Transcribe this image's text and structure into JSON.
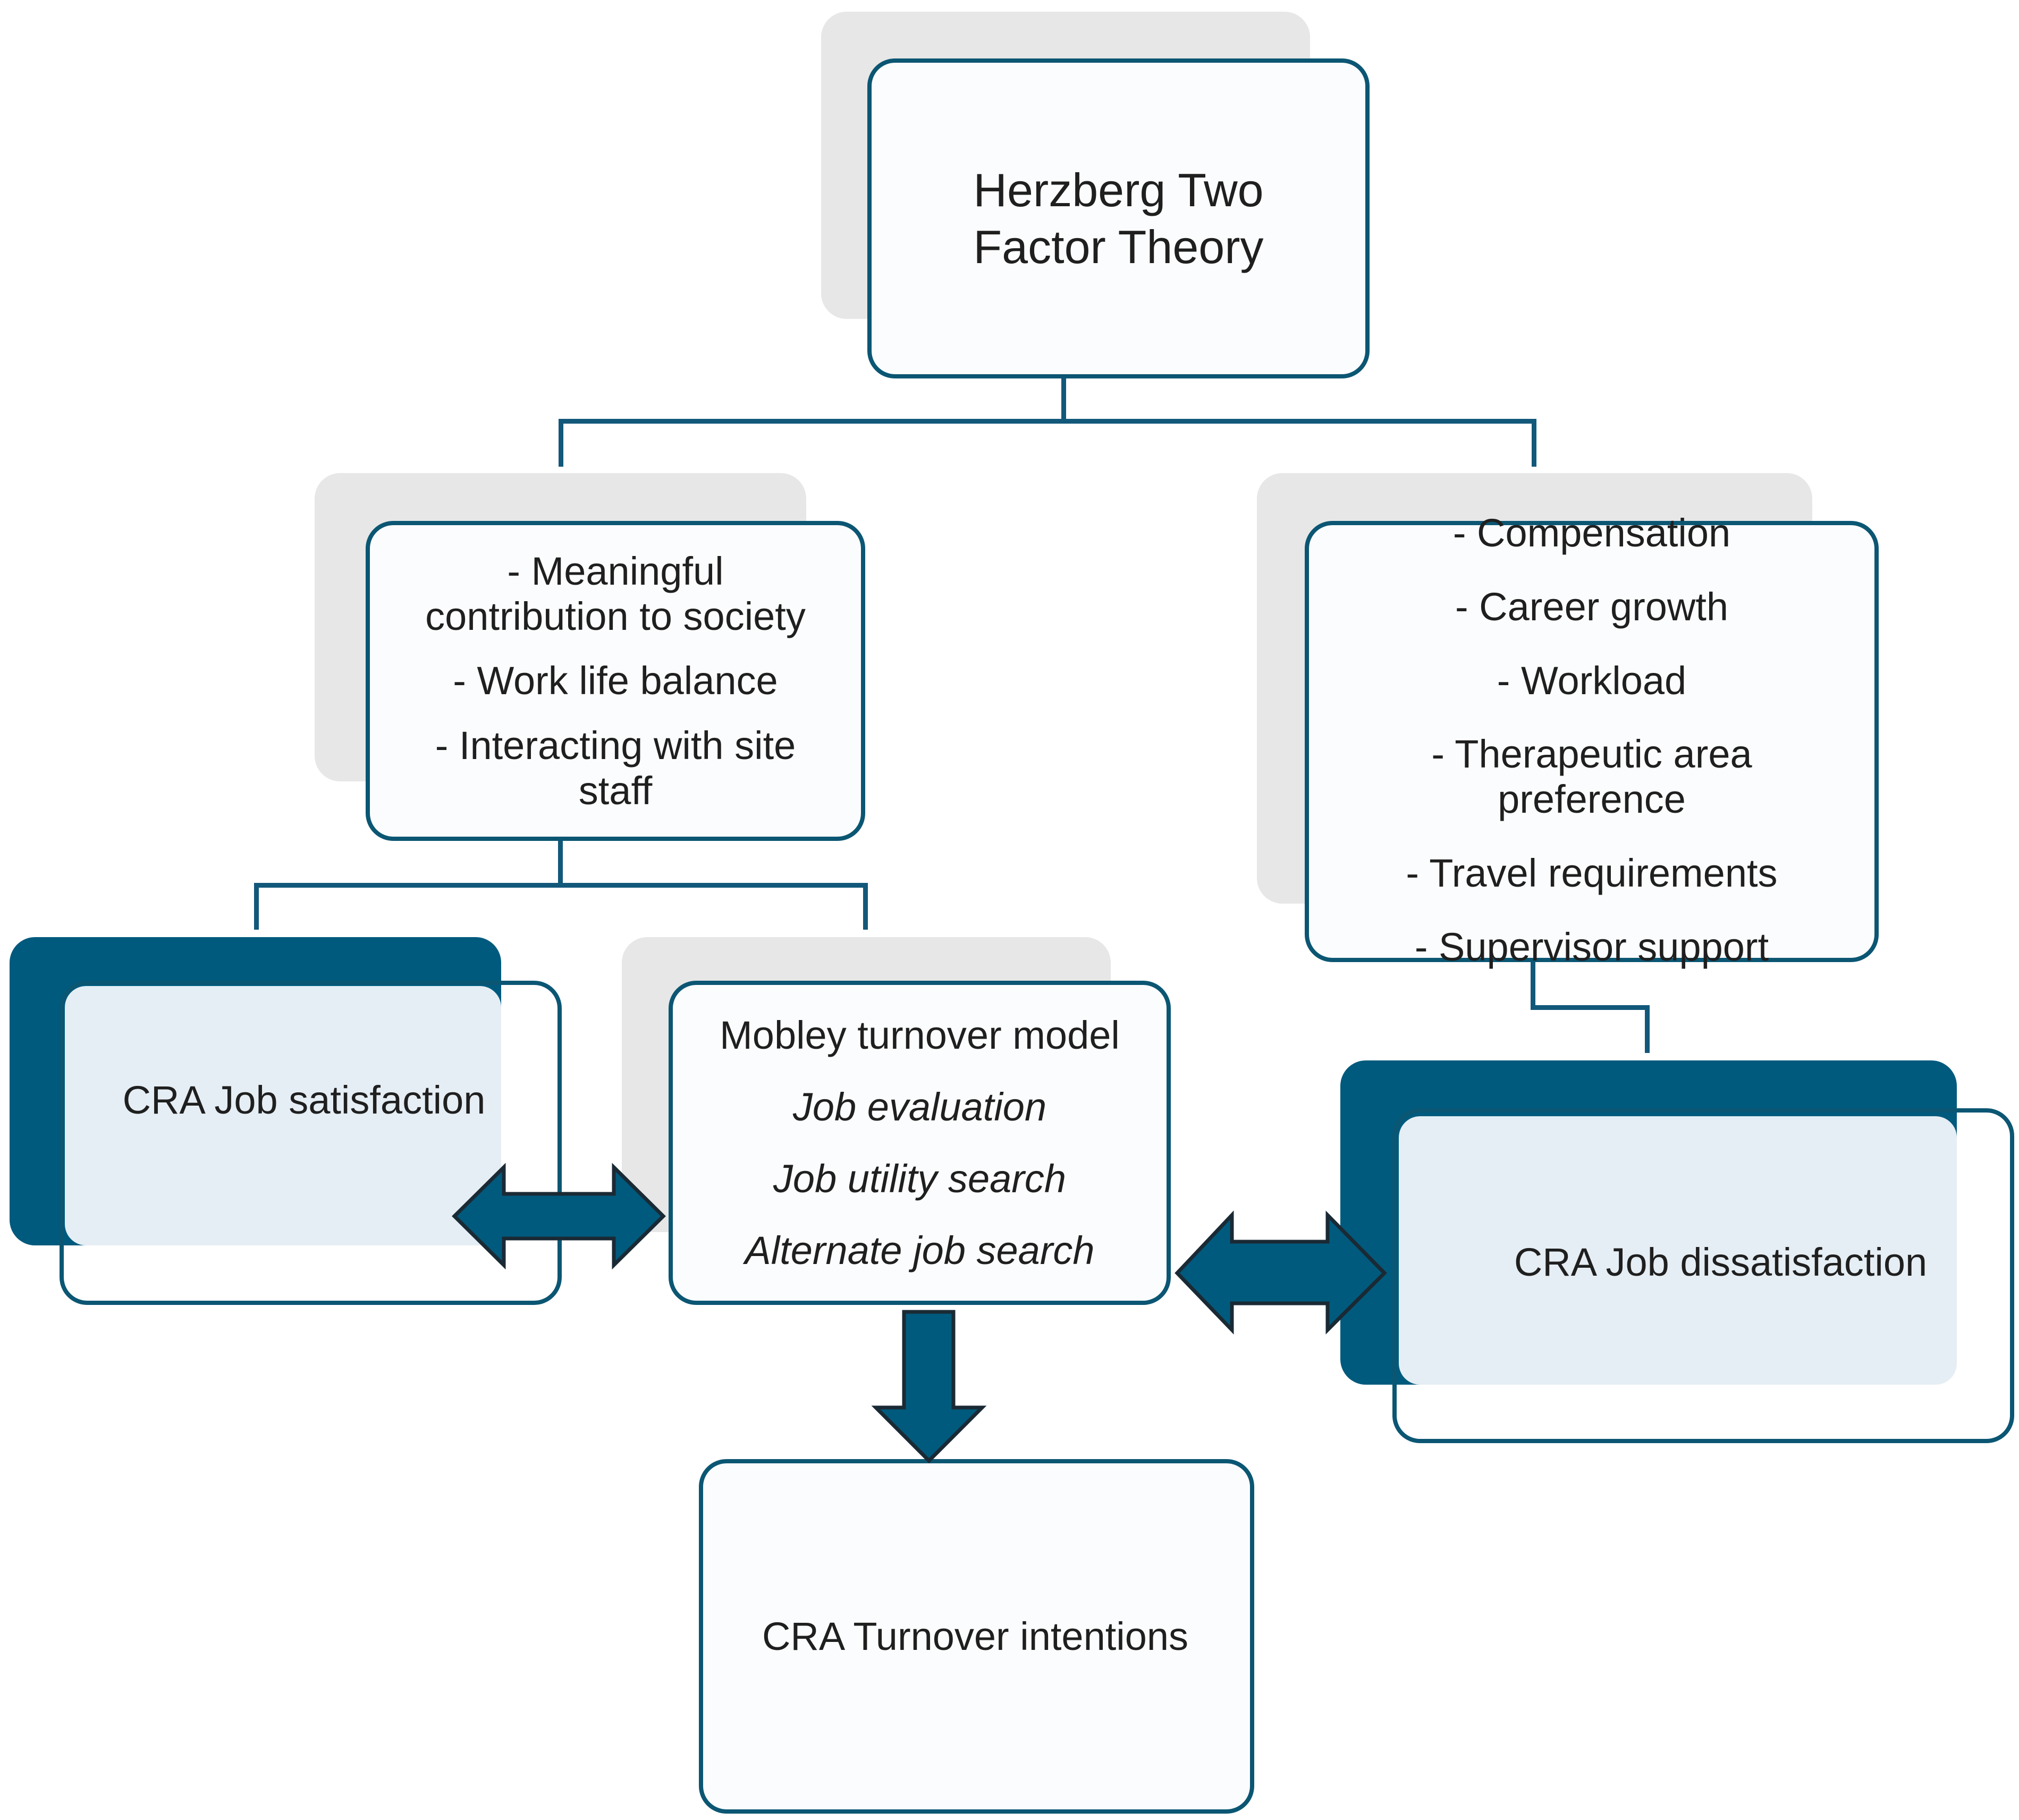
{
  "theory_box": {
    "lines": [
      "Herzberg Two",
      "Factor Theory"
    ]
  },
  "motivators_box": {
    "items": [
      [
        "- Meaningful",
        "contribution to society"
      ],
      [
        "- Work life balance"
      ],
      [
        "- Interacting with site",
        "staff"
      ]
    ]
  },
  "hygiene_box": {
    "items": [
      [
        "- Compensation"
      ],
      [
        "- Career growth"
      ],
      [
        "- Workload"
      ],
      [
        "- Therapeutic area",
        "preference"
      ],
      [
        "- Travel requirements"
      ],
      [
        "- Supervisor support"
      ]
    ]
  },
  "satisfaction_box": {
    "label": "CRA Job satisfaction"
  },
  "mobley_box": {
    "title": "Mobley turnover model",
    "steps": [
      "Job evaluation",
      "Job utility search",
      "Alternate job search"
    ]
  },
  "dissatisfaction_box": {
    "label": "CRA Job dissatisfaction"
  },
  "turnover_box": {
    "label": "CRA Turnover intentions"
  },
  "colors": {
    "border": "#0b5673",
    "dark_fill": "#005a7d",
    "light_fill": "#e5eef4",
    "shadow": "#e7e7e7"
  }
}
